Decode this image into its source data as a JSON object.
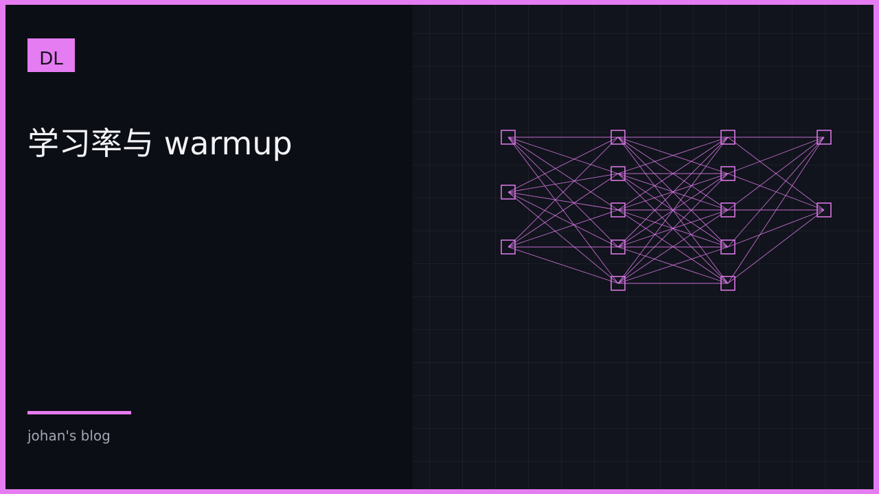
{
  "badge": {
    "label": "DL"
  },
  "title": "学习率与 warmup",
  "footer": {
    "blog_name": "johan's blog"
  },
  "colors": {
    "accent": "#e57cf2",
    "background": "#0c0e15",
    "panel": "#11141c",
    "title_text": "#f4f4f8",
    "muted_text": "#a3a6b1"
  },
  "network": {
    "layers": [
      3,
      5,
      5,
      2
    ],
    "connectivity": "fully-connected"
  }
}
